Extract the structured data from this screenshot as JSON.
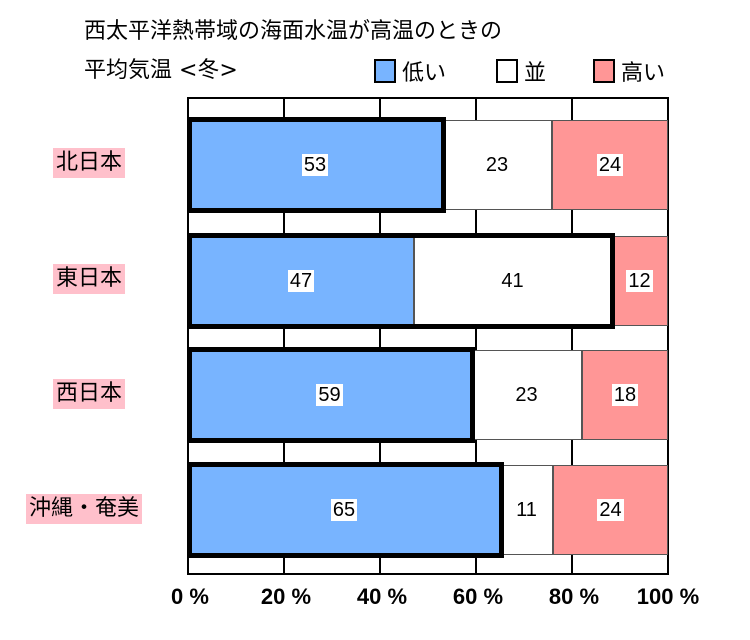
{
  "title": {
    "line1": "西太平洋熱帯域の海面水温が高温のときの",
    "line2": "平均気温 <冬>"
  },
  "legend": [
    {
      "label": "低い",
      "color": "#78b4ff"
    },
    {
      "label": "並",
      "color": "#ffffff"
    },
    {
      "label": "高い",
      "color": "#ff9696"
    }
  ],
  "axis": {
    "ticks": [
      "0 %",
      "20 %",
      "40 %",
      "60 %",
      "80 %",
      "100 %"
    ]
  },
  "rows": [
    {
      "label": "北日本",
      "low": "53",
      "normal": "23",
      "high": "24"
    },
    {
      "label": "東日本",
      "low": "47",
      "normal": "41",
      "high": "12"
    },
    {
      "label": "西日本",
      "low": "59",
      "normal": "23",
      "high": "18"
    },
    {
      "label": "沖縄・奄美",
      "low": "65",
      "normal": "11",
      "high": "24"
    }
  ],
  "chart_data": {
    "type": "bar",
    "orientation": "horizontal",
    "stacked": true,
    "title": "西太平洋熱帯域の海面水温が高温のときの 平均気温 <冬>",
    "categories": [
      "北日本",
      "東日本",
      "西日本",
      "沖縄・奄美"
    ],
    "series": [
      {
        "name": "低い",
        "color": "#78b4ff",
        "values": [
          53,
          47,
          59,
          65
        ]
      },
      {
        "name": "並",
        "color": "#ffffff",
        "values": [
          23,
          41,
          23,
          11
        ]
      },
      {
        "name": "高い",
        "color": "#ff9696",
        "values": [
          24,
          12,
          18,
          24
        ]
      }
    ],
    "highlighted": [
      {
        "category": "北日本",
        "series": [
          "低い"
        ]
      },
      {
        "category": "東日本",
        "series": [
          "低い",
          "並"
        ]
      },
      {
        "category": "西日本",
        "series": [
          "低い"
        ]
      },
      {
        "category": "沖縄・奄美",
        "series": [
          "低い"
        ]
      }
    ],
    "xlabel": "",
    "ylabel": "",
    "xlim": [
      0,
      100
    ],
    "xticks": [
      "0 %",
      "20 %",
      "40 %",
      "60 %",
      "80 %",
      "100 %"
    ],
    "grid": true,
    "legend_position": "top-right"
  }
}
